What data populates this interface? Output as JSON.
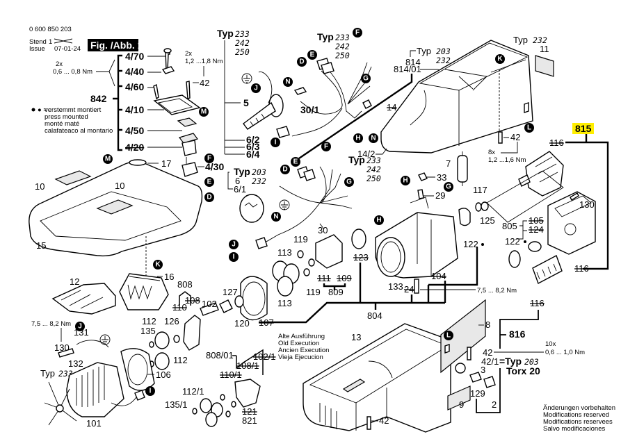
{
  "header": {
    "doc_number": "0 600 850 203",
    "stand_label": "Stend",
    "stand_value": "1",
    "issue_label": "Issue",
    "issue_date": "07-01-24",
    "figure_title": "Fig. /Abb. 1"
  },
  "legend": {
    "press_mount_symbol": "● =",
    "press_mount_lines": [
      "verstemmt montiert",
      "press mounted",
      "monté maté",
      "calafateaco al montario"
    ]
  },
  "old_version_note": [
    "Alte Ausführung",
    "Old Execution",
    "Ancien Execution",
    "Vieja Ejecucion"
  ],
  "disclaimer": [
    "Änderungen vorbehalten",
    "Modifications reserved",
    "Modifications reservees",
    "Salvo modificaciones"
  ],
  "torques": {
    "t_2x_08": [
      "2x",
      "0,6 ... 0,8 Nm"
    ],
    "t_2x_18": [
      "2x",
      "1,2 ...1,8 Nm"
    ],
    "t_8x_16": [
      "8x",
      "1,2 ...1,6 Nm"
    ],
    "t_75_82_right": "7,5 ... 8,2 Nm",
    "t_75_82_left": "7,5 ... 8,2 Nm",
    "t_10x_10": [
      "10x",
      "0,6 ... 1,0 Nm"
    ]
  },
  "type_groups": {
    "typ_word": "Typ",
    "switch_wire": [
      "233",
      "242",
      "250"
    ],
    "harness_top": [
      "233",
      "242",
      "250"
    ],
    "housing": [
      "203",
      "232"
    ],
    "label_11": [
      "232"
    ],
    "harness_mid_left": [
      "203",
      "232"
    ],
    "harness_mid_right": [
      "233",
      "242",
      "250"
    ],
    "motor": [
      "233"
    ],
    "screw_42_1": [
      "203"
    ]
  },
  "assemblies": {
    "a842": "842",
    "a815": "815",
    "a814": "814",
    "a814_01": "814/01",
    "a805": "805",
    "a804": "804",
    "a808": "808",
    "a808_01": "808/01",
    "a809": "809",
    "a816": "816",
    "a821": "821",
    "highlight_color": "#ffee00"
  },
  "parts": {
    "p4_70": "4/70",
    "p4_40": "4/40",
    "p4_60": "4/60",
    "p4_10": "4/10",
    "p4_50": "4/50",
    "p4_20": "4/20",
    "p4_30": "4/30",
    "p42": "42",
    "p5": "5",
    "p6_2": "6/2",
    "p6_3": "6/3",
    "p6_4": "6/4",
    "p30_1": "30/1",
    "p30": "30",
    "p6": "6",
    "p6_1": "6/1",
    "p10a": "10",
    "p10b": "10",
    "p15": "15",
    "p17": "17",
    "p14": "14",
    "p14_2": "14/2",
    "p11": "11",
    "p7": "7",
    "p33": "33",
    "p29": "29",
    "p117": "117",
    "p125": "125",
    "p122": "122",
    "p122b": "122",
    "p116a": "116",
    "p116b": "116",
    "p116c": "116",
    "p130": "130",
    "p105": "105",
    "p124": "124",
    "p113a": "113",
    "p113b": "113",
    "p119a": "119",
    "p119b": "119",
    "p111": "111",
    "p109": "109",
    "p123": "123",
    "p133": "133",
    "p104": "104",
    "p24": "24",
    "p107": "107",
    "p12": "12",
    "p16": "16",
    "p108": "108",
    "p110": "110",
    "p127": "127",
    "p102": "102",
    "p120": "120",
    "p112a": "112",
    "p112b": "112",
    "p126": "126",
    "p135": "135",
    "p131": "131",
    "p132": "132",
    "p130b": "130",
    "p101": "101",
    "p106": "106",
    "p102_1": "102/1",
    "p108_1": "108/1",
    "p110_1": "110/1",
    "p112_1": "112/1",
    "p135_1": "135/1",
    "p121": "121",
    "p13": "13",
    "p8": "8",
    "p42b": "42",
    "p42_1": "42/1",
    "p3": "3",
    "p129": "129",
    "p9": "9",
    "p2": "2",
    "p42c": "42",
    "p42d": "42",
    "torx": "Torx 20",
    "eq_typ": "=Typ"
  },
  "connectors": {
    "M": "M",
    "F": "F",
    "E": "E",
    "D": "D",
    "J": "J",
    "N": "N",
    "I": "I",
    "G": "G",
    "H": "H",
    "K": "K",
    "L": "L"
  },
  "icons": [
    "ground-symbol-icon",
    "connector-bubble-icon",
    "press-mount-dot-icon"
  ]
}
